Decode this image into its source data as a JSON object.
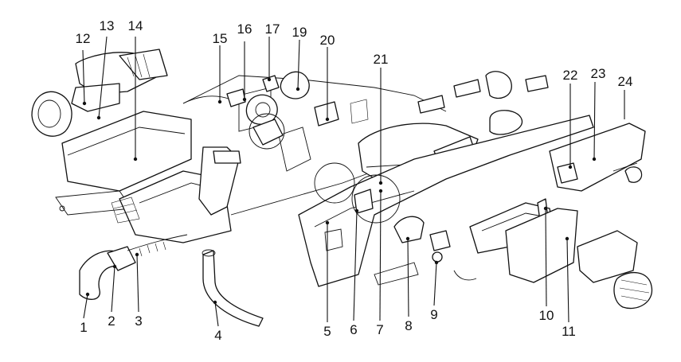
{
  "diagram": {
    "callouts": [
      "1",
      "2",
      "3",
      "4",
      "5",
      "6",
      "7",
      "8",
      "9",
      "10",
      "11",
      "12",
      "13",
      "14",
      "15",
      "16",
      "17",
      "19",
      "20",
      "21",
      "22",
      "23",
      "24"
    ]
  }
}
